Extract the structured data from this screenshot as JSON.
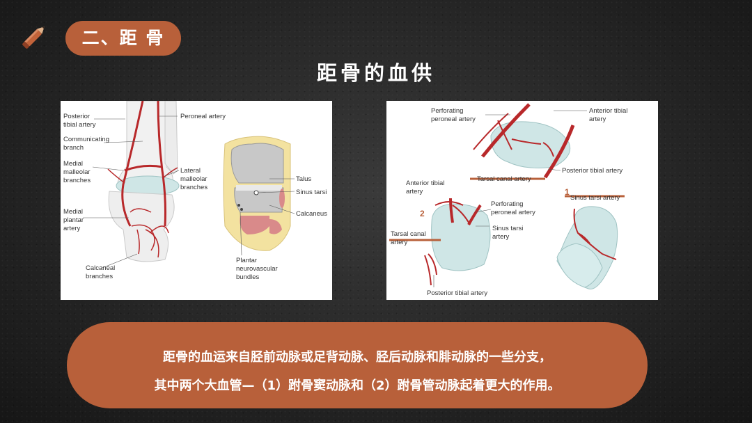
{
  "section": {
    "label": "二、距 骨"
  },
  "title": "距骨的血供",
  "figure_left": {
    "labels": {
      "posterior_tibial_1": "Posterior",
      "posterior_tibial_2": "tibial artery",
      "peroneal": "Peroneal artery",
      "communicating_1": "Communicating",
      "communicating_2": "branch",
      "medial_malleolar_1": "Medial",
      "medial_malleolar_2": "malleolar",
      "medial_malleolar_3": "branches",
      "lateral_malleolar_1": "Lateral",
      "lateral_malleolar_2": "malleolar",
      "lateral_malleolar_3": "branches",
      "medial_plantar_1": "Medial",
      "medial_plantar_2": "plantar",
      "medial_plantar_3": "artery",
      "calcaneal_1": "Calcaneal",
      "calcaneal_2": "branches",
      "talus": "Talus",
      "sinus_tarsi": "Sinus tarsi",
      "calcaneus": "Calcaneus",
      "plantar_1": "Plantar",
      "plantar_2": "neurovascular",
      "plantar_3": "bundles"
    }
  },
  "figure_right": {
    "labels": {
      "perforating_peroneal_1": "Perforating",
      "perforating_peroneal_2": "peroneal artery",
      "anterior_tibial_top_1": "Anterior tibial",
      "anterior_tibial_top_2": "artery",
      "tarsal_canal_artery": "Tarsal canal artery",
      "posterior_tibial_top": "Posterior tibial artery",
      "anterior_tibial_mid_1": "Anterior tibial",
      "anterior_tibial_mid_2": "artery",
      "perforating_mid_1": "Perforating",
      "perforating_mid_2": "peroneal artery",
      "sinus_tarsi_artery": "Sinus tarsi artery",
      "sinus_tarsi_mid_1": "Sinus tarsi",
      "sinus_tarsi_mid_2": "artery",
      "tarsal_canal_1": "Tarsal canal",
      "tarsal_canal_2": "artery",
      "posterior_tibial_bottom": "Posterior tibial artery",
      "marker_1": "1",
      "marker_2": "2"
    }
  },
  "description": {
    "line1": "距骨的血运来自胫前动脉或足背动脉、胫后动脉和腓动脉的一些分支，",
    "line2": "其中两个大血管—（1）跗骨窦动脉和（2）跗骨管动脉起着更大的作用。"
  },
  "colors": {
    "accent": "#b8603a",
    "artery": "#b8282a",
    "bone": "#cfe6e6"
  }
}
